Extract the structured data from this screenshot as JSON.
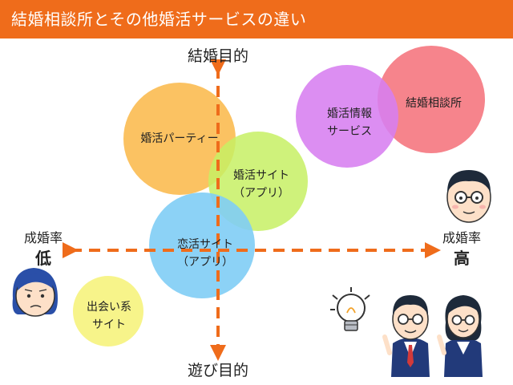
{
  "header": {
    "title": "結婚相談所とその他婚活サービスの違い",
    "background_color": "#ef6c1b"
  },
  "axes": {
    "top_label": "結婚目的",
    "bottom_label": "遊び目的",
    "left_label_line1": "成婚率",
    "left_label_line2": "低",
    "right_label_line1": "成婚率",
    "right_label_line2": "高",
    "arrow_color": "#ef6c1b"
  },
  "bubbles": [
    {
      "id": "marriage-agency",
      "line1": "結婚相談所",
      "line2": "",
      "color": "#f57a82"
    },
    {
      "id": "info-service",
      "line1": "婚活情報",
      "line2": "サービス",
      "color": "#d77ef0"
    },
    {
      "id": "party",
      "line1": "婚活パーティー",
      "line2": "",
      "color": "#fbbd55"
    },
    {
      "id": "konkatsu-site",
      "line1": "婚活サイト",
      "line2": "（アプリ）",
      "color": "#c7f064"
    },
    {
      "id": "renkatsu-site",
      "line1": "恋活サイト",
      "line2": "（アプリ）",
      "color": "#7fcdf5"
    },
    {
      "id": "deai-site",
      "line1": "出会い系",
      "line2": "サイト",
      "color": "#f7f48a"
    }
  ],
  "icons": {
    "person_top_right": "man-with-glasses-icon",
    "person_left": "worried-woman-icon",
    "lightbulb": "lightbulb-icon",
    "consultants": "business-consultants-icon"
  }
}
